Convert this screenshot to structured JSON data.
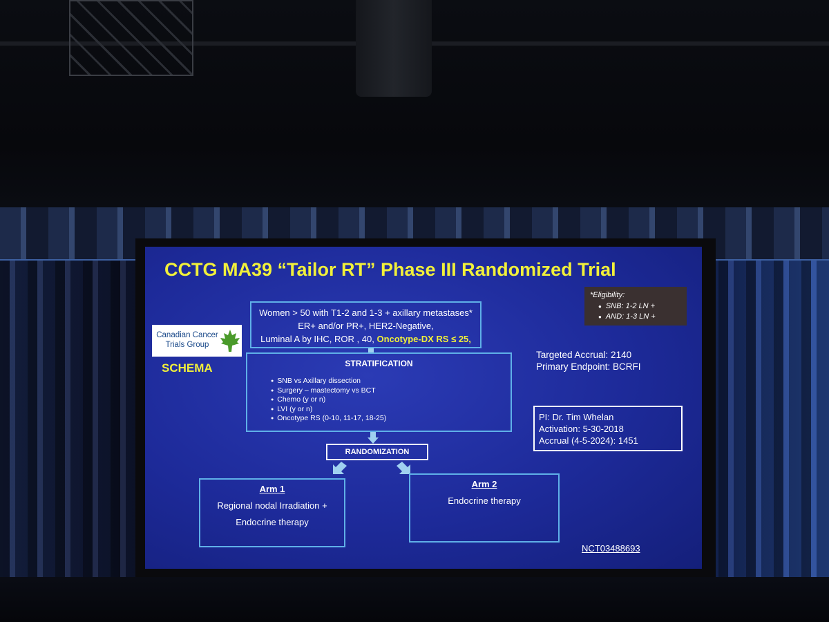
{
  "slide": {
    "title": "CCTG MA39  “Tailor RT”  Phase III Randomized Trial",
    "criteria": {
      "line1": "Women > 50 with T1-2  and 1-3 + axillary metastases*",
      "line2": "ER+ and/or PR+, HER2-Negative,",
      "line3_prefix": "Luminal A by IHC, ROR , 40, ",
      "line3_highlight": "Oncotype-DX RS ≤ 25,"
    },
    "logo": {
      "text": "Canadian Cancer Trials Group",
      "icon": "maple-leaf-icon"
    },
    "schema_label": "SCHEMA",
    "stratification": {
      "heading": "STRATIFICATION",
      "items": [
        "SNB vs Axillary dissection",
        "Surgery – mastectomy vs BCT",
        "Chemo (y or n)",
        "LVI (y or n)",
        "Oncotype RS (0-10, 11-17, 18-25)"
      ]
    },
    "randomization": "RANDOMIZATION",
    "arm1": {
      "heading": "Arm 1",
      "line1": "Regional nodal Irradiation  +",
      "line2": "Endocrine therapy"
    },
    "arm2": {
      "heading": "Arm 2",
      "line1": "Endocrine therapy"
    },
    "eligibility": {
      "heading": "*Eligibility:",
      "items": [
        "SNB:  1-2 LN +",
        "AND: 1-3 LN +"
      ]
    },
    "targeted_accrual": "Targeted Accrual:  2140",
    "primary_endpoint": "Primary Endpoint:  BCRFI",
    "pi_box": {
      "pi": "PI: Dr. Tim Whelan",
      "activation": "Activation:  5-30-2018",
      "accrual": "Accrual (4-5-2024):  1451"
    },
    "nct": "NCT03488693"
  },
  "colors": {
    "slide_bg": "#1d2a99",
    "title_yellow": "#f1f03a",
    "box_border": "#5fb0e8"
  }
}
